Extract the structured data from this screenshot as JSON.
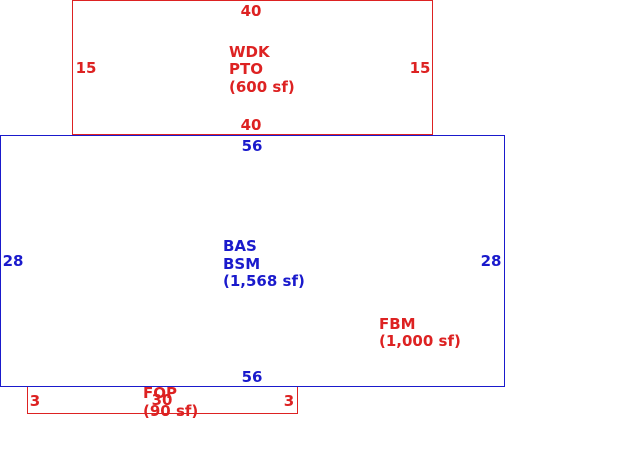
{
  "areas": {
    "wdk": {
      "code1": "WDK",
      "code2": "PTO",
      "area": "(600 sf)",
      "dim_top": "40",
      "dim_bottom": "40",
      "dim_left": "15",
      "dim_right": "15",
      "color": "#dd2222"
    },
    "bas": {
      "code1": "BAS",
      "code2": "BSM",
      "area": "(1,568 sf)",
      "dim_top": "56",
      "dim_bottom": "56",
      "dim_left": "28",
      "dim_right": "28",
      "color": "#1a1acc"
    },
    "fbm": {
      "code1": "FBM",
      "area": "(1,000 sf)",
      "color": "#dd2222"
    },
    "fop": {
      "code1": "FOP",
      "area": "(90 sf)",
      "dim_top": "30",
      "dim_left": "3",
      "dim_right": "3",
      "color": "#dd2222"
    }
  }
}
